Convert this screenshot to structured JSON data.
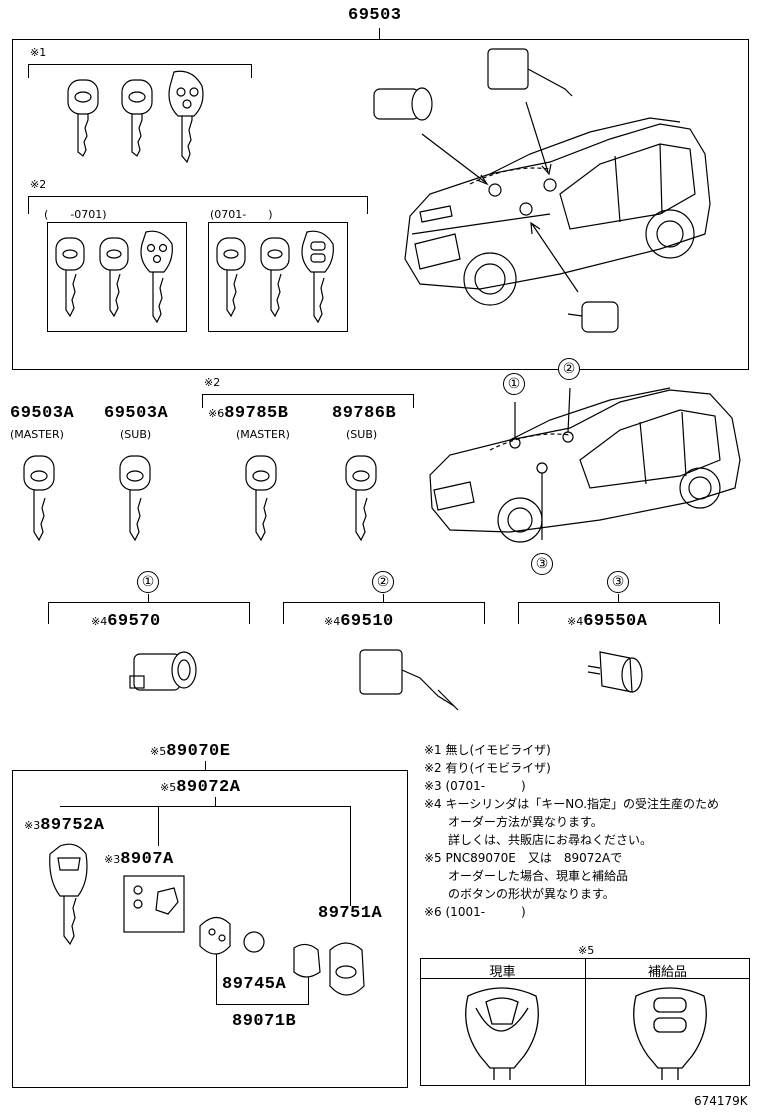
{
  "top": {
    "part_number": "69503",
    "group1_label": "※1",
    "group2_label": "※2",
    "range_a": "(　　-0701)",
    "range_b": "(0701-　　)"
  },
  "keys": [
    {
      "prefix": "",
      "pn": "69503A",
      "sub": "(MASTER)"
    },
    {
      "prefix": "",
      "pn": "69503A",
      "sub": "(SUB)"
    },
    {
      "prefix": "※6",
      "pn": "89785B",
      "sub": "(MASTER)"
    },
    {
      "prefix": "",
      "pn": "89786B",
      "sub": "(SUB)"
    }
  ],
  "keys_group_label": "※2",
  "locations": [
    "①",
    "②",
    "③"
  ],
  "cylinders": [
    {
      "circle": "①",
      "prefix": "※4",
      "pn": "69570"
    },
    {
      "circle": "②",
      "prefix": "※4",
      "pn": "69510"
    },
    {
      "circle": "③",
      "prefix": "※4",
      "pn": "69550A"
    }
  ],
  "transmitter": {
    "assy": {
      "prefix": "※5",
      "pn": "89070E"
    },
    "sub": {
      "prefix": "※5",
      "pn": "89072A"
    },
    "key": {
      "prefix": "※3",
      "pn": "89752A"
    },
    "plate": {
      "prefix": "※3",
      "pn": "8907A"
    },
    "case": {
      "pn": "89751A"
    },
    "battery": {
      "pn": "89745A"
    },
    "board": {
      "pn": "89071B"
    }
  },
  "notes": [
    "※1 無し(イモビライザ)",
    "※2 有り(イモビライザ)",
    "※3 (0701-　　　)",
    "※4 キーシリンダは「キーNO.指定」の受注生産のため",
    "　　オーダー方法が異なります。",
    "　　詳しくは、共販店にお尋ねください。",
    "※5 PNC89070E　又は　89072Aで",
    "　　オーダーした場合、現車と補給品",
    "　　のボタンの形状が異なります。",
    "※6 (1001-　　　)"
  ],
  "comparison": {
    "label": "※5",
    "col1": "現車",
    "col2": "補給品"
  },
  "footer_code": "674179K"
}
